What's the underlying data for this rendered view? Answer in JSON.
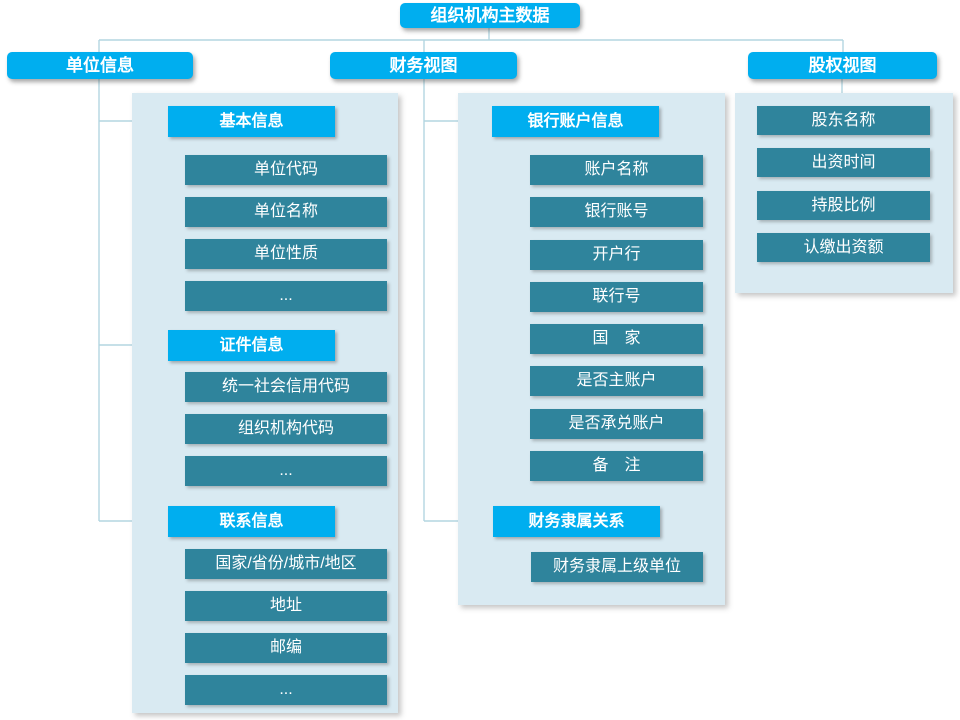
{
  "colors": {
    "accent_blue": "#00aeef",
    "node_teal": "#2f849c",
    "panel_bg": "#d9eaf2",
    "connector": "#b3d6e1"
  },
  "root": {
    "label": "组织机构主数据"
  },
  "branches": {
    "unit": {
      "label": "单位信息",
      "groups": [
        {
          "label": "基本信息",
          "items": [
            "单位代码",
            "单位名称",
            "单位性质",
            "..."
          ]
        },
        {
          "label": "证件信息",
          "items": [
            "统一社会信用代码",
            "组织机构代码",
            "..."
          ]
        },
        {
          "label": "联系信息",
          "items": [
            "国家/省份/城市/地区",
            "地址",
            "邮编",
            "..."
          ]
        }
      ]
    },
    "finance": {
      "label": "财务视图",
      "groups": [
        {
          "label": "银行账户信息",
          "items": [
            "账户名称",
            "银行账号",
            "开户行",
            "联行号",
            "国　家",
            "是否主账户",
            "是否承兑账户",
            "备　注"
          ]
        },
        {
          "label": "财务隶属关系",
          "items": [
            "财务隶属上级单位"
          ]
        }
      ]
    },
    "equity": {
      "label": "股权视图",
      "items": [
        "股东名称",
        "出资时间",
        "持股比例",
        "认缴出资额"
      ]
    }
  }
}
